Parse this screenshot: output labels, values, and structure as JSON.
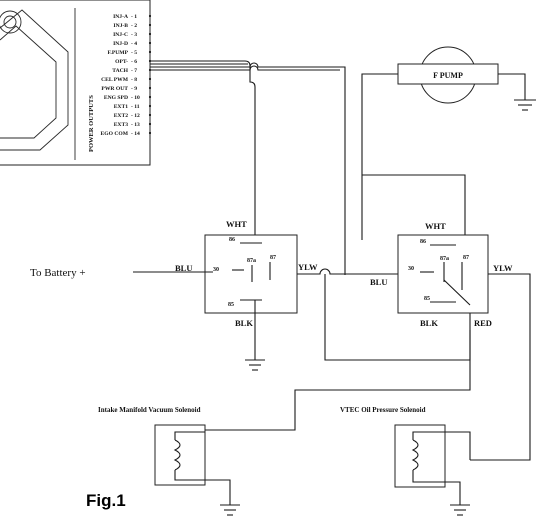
{
  "ecu": {
    "title": "POWER OUTPUTS",
    "outputs": [
      "INJ-A",
      "INJ-B",
      "INJ-C",
      "INJ-D",
      "F.PUMP",
      "OPT-",
      "TACH",
      "CEL PWM",
      "PWR OUT",
      "ENG SPD",
      "EXT1",
      "EXT2",
      "EXT3",
      "EGO COM"
    ]
  },
  "relay1": {
    "pin_86": "86",
    "pin_87a": "87a",
    "pin_87": "87",
    "pin_30": "30",
    "pin_85": "85",
    "wire_top": "WHT",
    "wire_left": "BLU",
    "wire_right": "YLW",
    "wire_bottom": "BLK"
  },
  "relay2": {
    "pin_86": "86",
    "pin_87a": "87a",
    "pin_87": "87",
    "pin_30": "30",
    "pin_85": "85",
    "wire_top": "WHT",
    "wire_left": "BLU",
    "wire_right": "YLW",
    "wire_bottom": "BLK",
    "wire_bottom_right": "RED"
  },
  "battery_label": "To Battery +",
  "fuel_pump_label": "F PUMP",
  "solenoid1_label": "Intake Manifold Vacuum Solenoid",
  "solenoid2_label": "VTEC Oil Pressure Solenoid",
  "figure_label": "Fig.1"
}
